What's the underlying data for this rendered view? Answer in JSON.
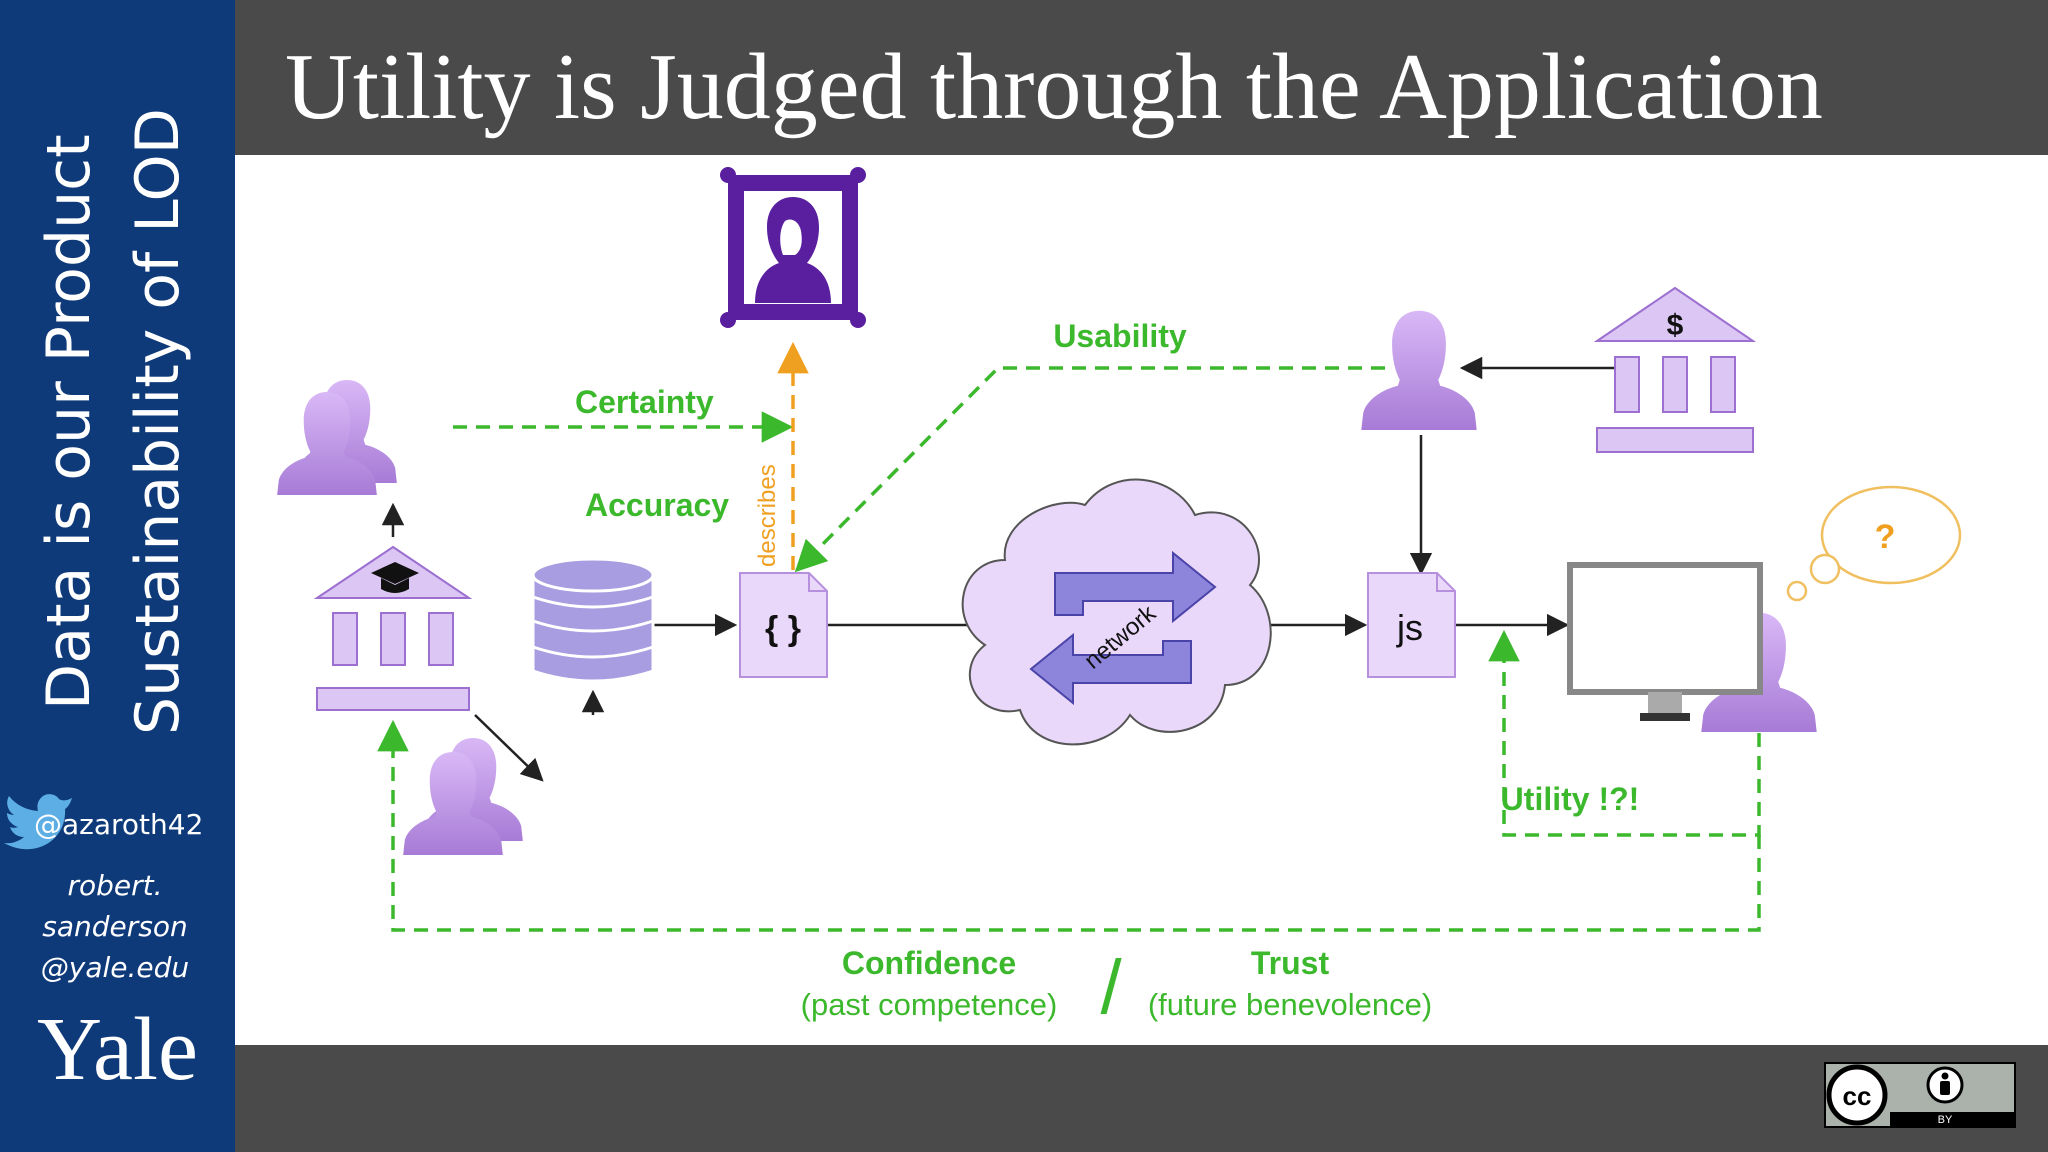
{
  "sidebar": {
    "title_line1": "Data is our Product",
    "title_line2": "Sustainability of LOD",
    "twitter_handle": "@azaroth42",
    "email_lines": [
      "robert.",
      "sanderson",
      "@yale.edu"
    ],
    "logo_text": "Yale"
  },
  "slide": {
    "title": "Utility is Judged through the Application"
  },
  "diagram": {
    "labels": {
      "certainty": "Certainty",
      "accuracy": "Accuracy",
      "describes": "describes",
      "usability": "Usability",
      "network": "network",
      "js": "js",
      "braces": "{ }",
      "question": "?",
      "utility": "Utility !?!",
      "confidence": "Confidence",
      "confidence_sub": "(past competence)",
      "slash": "/",
      "trust": "Trust",
      "trust_sub": "(future benevolence)"
    },
    "colors": {
      "green": "#3cb82d",
      "orange": "#f0a020",
      "purple_light": "#c9a3ee",
      "purple_dark": "#5a1f9e",
      "lavender": "#e4d4f4"
    },
    "icons": [
      "person-group-icon",
      "university-building-icon",
      "bank-building-icon",
      "database-icon",
      "json-file-icon",
      "js-file-icon",
      "network-cloud-icon",
      "monitor-icon",
      "portrait-frame-icon",
      "thought-bubble-icon"
    ]
  },
  "license": {
    "badge_text": "BY",
    "icons": [
      "cc-icon",
      "attribution-icon"
    ]
  }
}
